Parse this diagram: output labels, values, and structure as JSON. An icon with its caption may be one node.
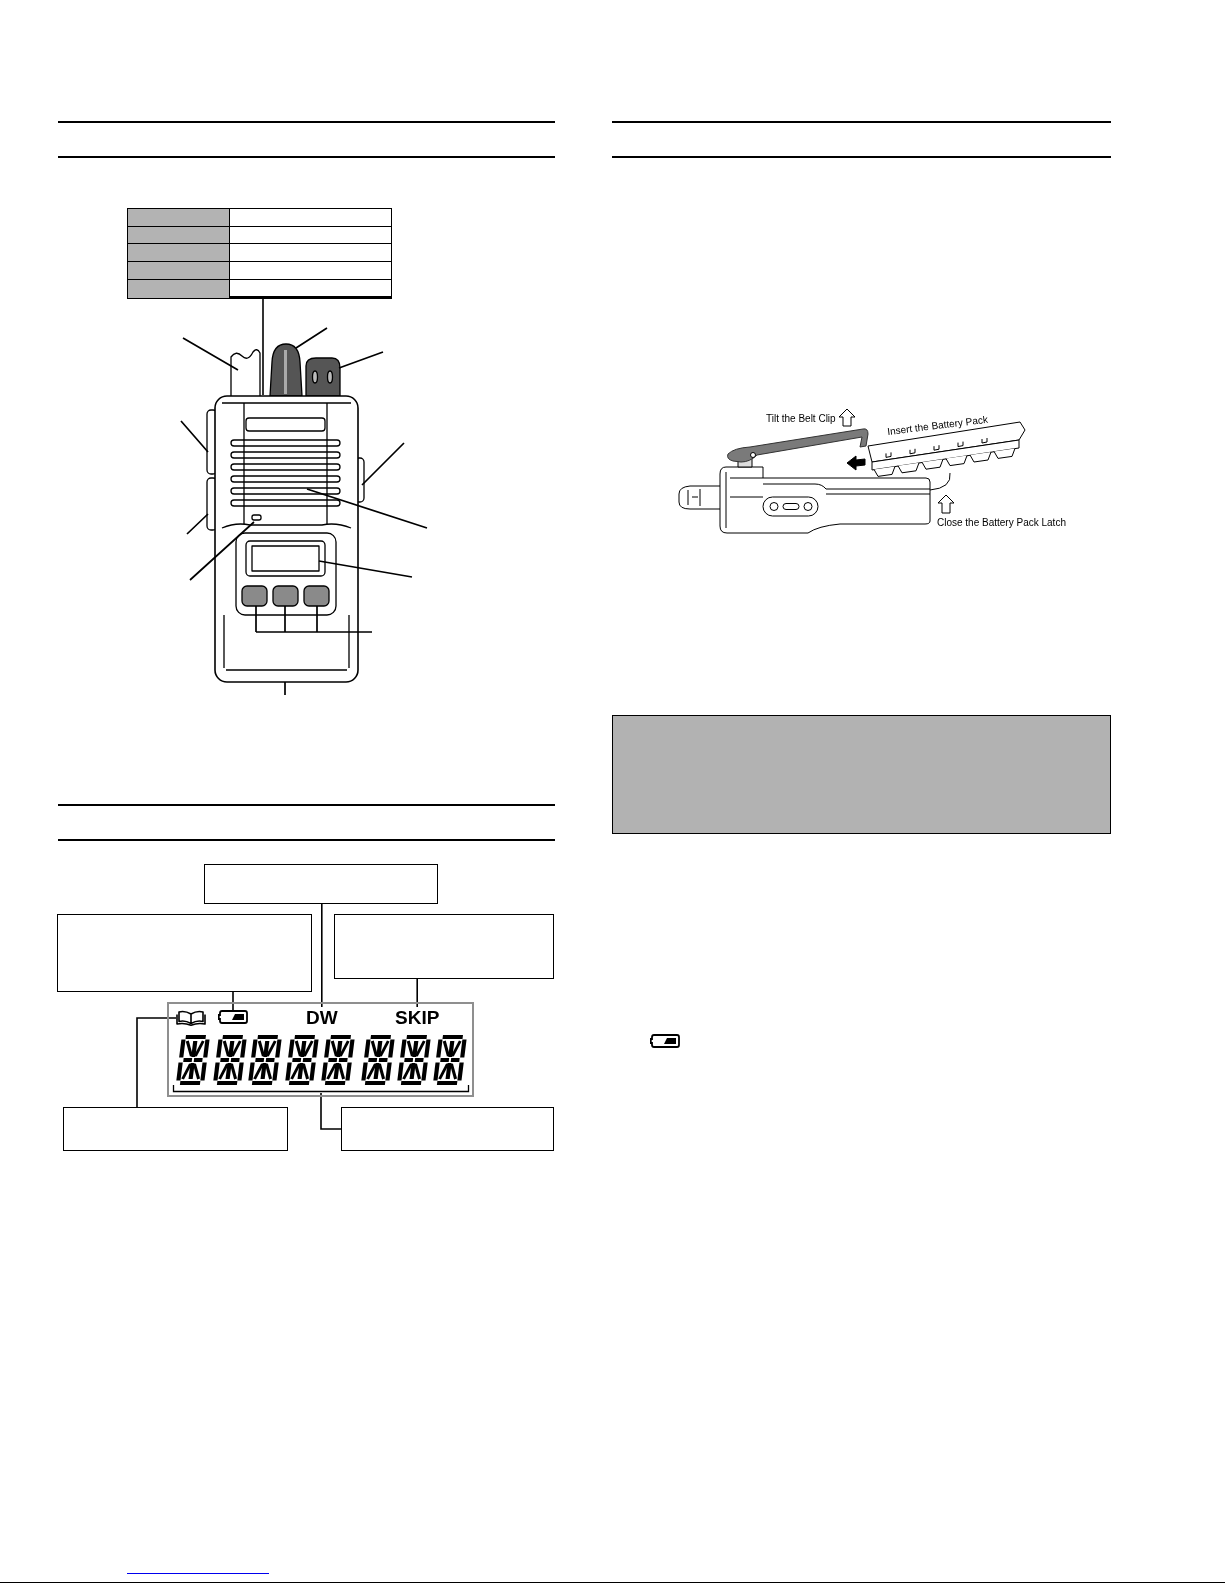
{
  "diagram": {
    "nodes": [
      {
        "text": [],
        "shape": "table"
      },
      {
        "text": [],
        "shape": "box"
      },
      {
        "text": [],
        "shape": "box"
      },
      {
        "text": [],
        "shape": "box"
      },
      {
        "text": [],
        "shape": "box"
      },
      {
        "text": [],
        "shape": "picture",
        "in": 4
      },
      {
        "text": [],
        "shape": "picture",
        "in": 4
      },
      {
        "text": [
          "DW"
        ],
        "in": 4
      },
      {
        "text": [
          "SKIP"
        ],
        "in": 4
      },
      {
        "text": [],
        "shape": "picture",
        "in": 4
      },
      {
        "text": [],
        "shape": "box"
      },
      {
        "text": [],
        "shape": "box"
      },
      {
        "text": [],
        "shape": "box"
      }
    ],
    "edges": [
      {
        "from": 0,
        "to": null,
        "arrow": "none"
      },
      {
        "from": 1,
        "to": 7,
        "arrow": "none"
      },
      {
        "from": 2,
        "to": 6,
        "arrow": "none"
      },
      {
        "from": 3,
        "to": 8,
        "arrow": "none"
      },
      {
        "from": 10,
        "to": 5,
        "arrow": "none"
      },
      {
        "from": 11,
        "to": 9,
        "arrow": "none"
      }
    ],
    "labels": [
      "Tilt the Belt Clip",
      "Insert the Battery Pack",
      "Close the Battery Pack Latch"
    ]
  }
}
